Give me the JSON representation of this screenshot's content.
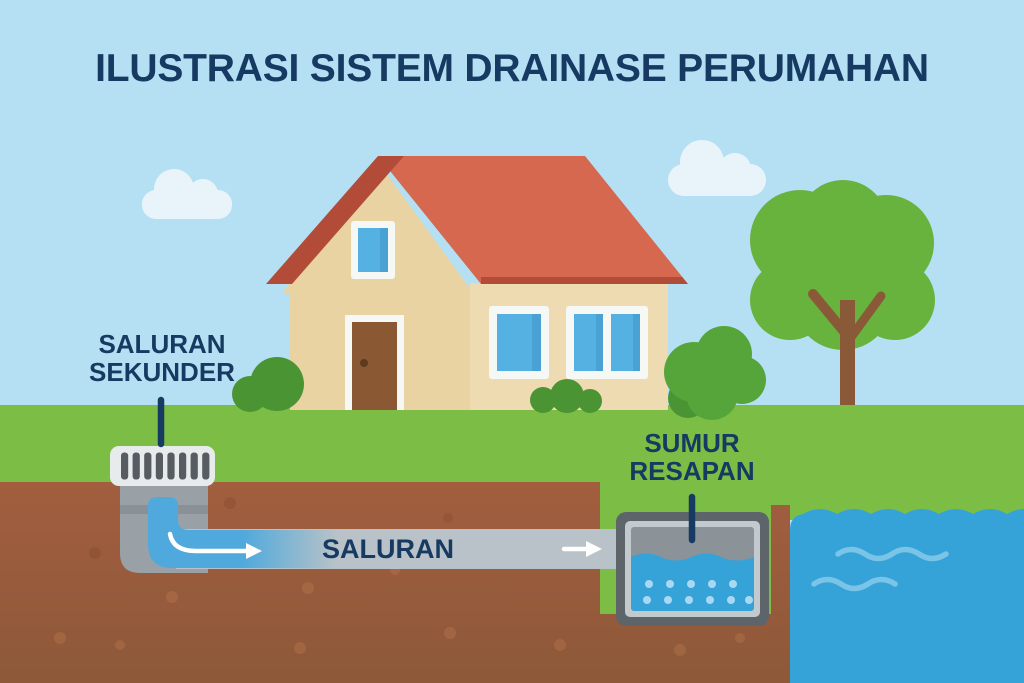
{
  "title": "ILUSTRASI SISTEM DRAINASE PERUMAHAN",
  "labels": {
    "saluran_sekunder_line1": "SALURAN",
    "saluran_sekunder_line2": "SEKUNDER",
    "saluran": "SALURAN",
    "sumur_resapan_line1": "SUMUR",
    "sumur_resapan_line2": "RESAPAN"
  },
  "colors": {
    "sky": "#b5e0f3",
    "cloud": "#e9f4fa",
    "grass": "#7cbe45",
    "tree-foliage": "#68b23e",
    "bush-dark": "#4a9434",
    "bush-mid": "#56a53a",
    "trunk": "#8a5a38",
    "roof": "#d5684f",
    "roof-edge": "#b34b39",
    "wall": "#e9d3a2",
    "wall-light": "#eedbb2",
    "door": "#8a5933",
    "door-knob": "#5e3a20",
    "window": "#55b1e1",
    "window-shade": "#3e93c6",
    "frame": "#f6f8f6",
    "soil": "#a25e3f",
    "soil-deep": "#8d5939",
    "pipe": "#b8c2c8",
    "pipe-metal": "#99a1a7",
    "grate-frame": "#e7ebec",
    "grate-bar": "#565c61",
    "water": "#35a3d8",
    "water-pipe": "#4fa9dc",
    "well-border": "#5d646a",
    "well-rim": "#c3cacd",
    "well-inner": "#8b9298",
    "well-dots": "#a9d9f0",
    "wave": "#7ac4e8",
    "label": "#163a61",
    "arrow": "#ffffff"
  }
}
